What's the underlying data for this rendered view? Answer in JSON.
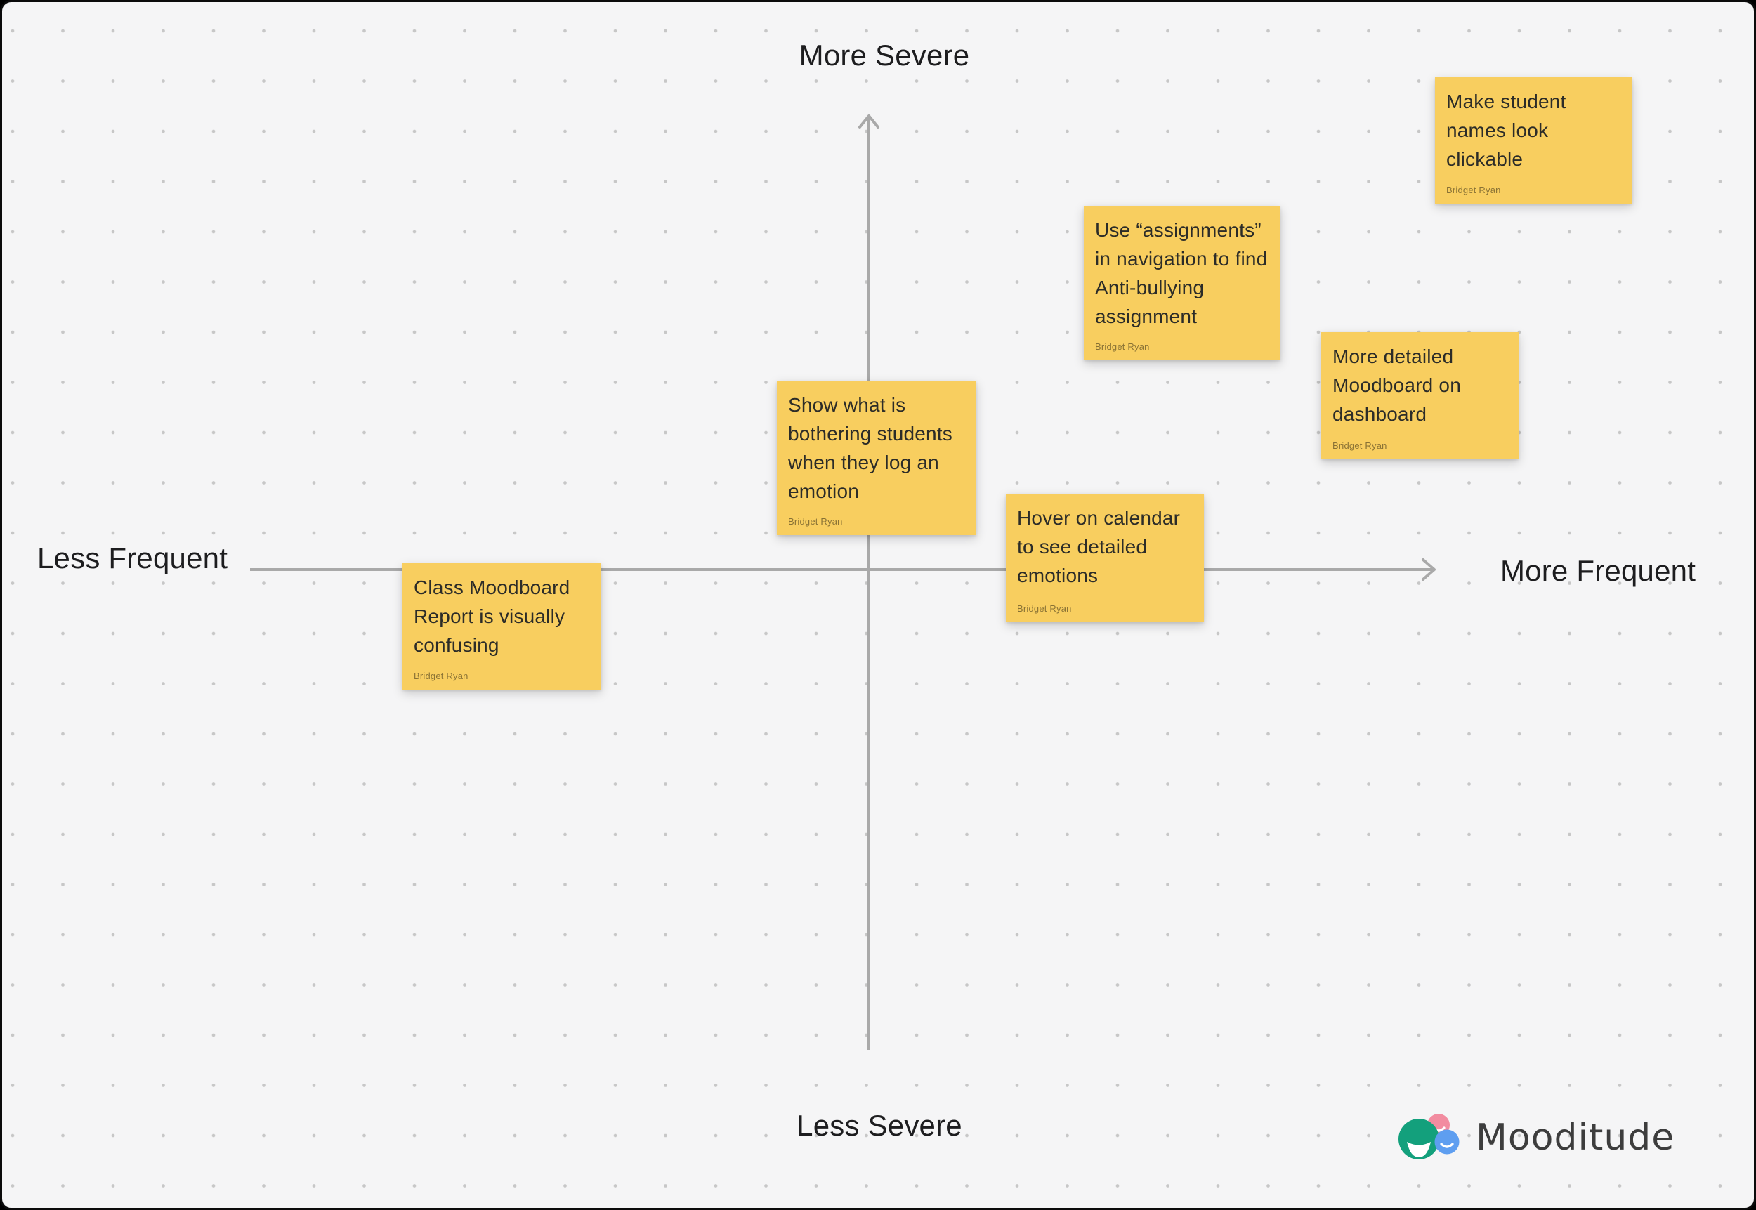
{
  "board": {
    "background_color": "#f5f5f6",
    "dot_grid_color": "#c7c7c7",
    "axis_line_color": "#a9a9a9",
    "sticky_color": "#f8ce5f"
  },
  "axes": {
    "top_label": "More Severe",
    "bottom_label": "Less Severe",
    "left_label": "Less Frequent",
    "right_label": "More Frequent"
  },
  "sticky_notes": [
    {
      "text": "Make student\nnames look\nclickable",
      "author": "Bridget Ryan",
      "quadrant": "more-frequent / more-severe"
    },
    {
      "text": "Use “assignments”\nin navigation to find\nAnti-bullying\nassignment",
      "author": "Bridget Ryan",
      "quadrant": "more-frequent / more-severe"
    },
    {
      "text": "More detailed\nMoodboard on\ndashboard",
      "author": "Bridget Ryan",
      "quadrant": "more-frequent / more-severe"
    },
    {
      "text": "Show what is\nbothering students\nwhen they log an\nemotion",
      "author": "Bridget Ryan",
      "quadrant": "center / more-severe"
    },
    {
      "text": "Hover on calendar\nto see detailed\nemotions",
      "author": "Bridget Ryan",
      "quadrant": "more-frequent / center"
    },
    {
      "text": "Class Moodboard\nReport is visually\nconfusing",
      "author": "Bridget Ryan",
      "quadrant": "less-frequent / less-severe"
    }
  ],
  "logo": {
    "text": "Mooditude",
    "green": "#13a07c",
    "pink": "#f28ca0",
    "blue": "#5e9ef0",
    "text_color": "#3d3d3d"
  }
}
